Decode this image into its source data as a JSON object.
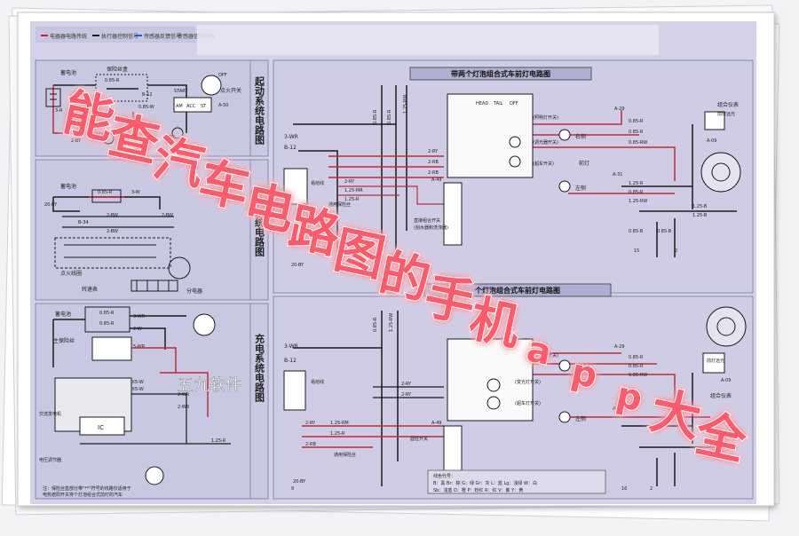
{
  "overlay": {
    "title": "能查汽车电路图的手机app大全",
    "watermark": "五九软件"
  },
  "header_legend": {
    "items": [
      "电器器电路传统",
      "执行器控制信号",
      "传感器反馈信号",
      "传感器信号传统"
    ]
  },
  "panels": {
    "start": {
      "label": "起动系统电路图"
    },
    "ignition": {
      "label": "点火系统电路图"
    },
    "charging": {
      "label": "充电系统电路图"
    }
  },
  "diagrams": {
    "top": {
      "title": "带两个灯泡组合式车前灯电路图"
    },
    "bottom": {
      "title": "个灯泡组合式车前灯电路图"
    }
  },
  "start_circuit": {
    "battery": "蓄电池",
    "fuse_box": "保险丝盒",
    "switch_label": "点火开关",
    "wires": [
      "0.85-R",
      "B-12",
      "0.85-W",
      "3-R",
      "2-BY",
      "2-BY"
    ],
    "switch_terms": [
      "OFF",
      "START",
      "AM",
      "ACC",
      "ST"
    ],
    "amp": "A-50"
  },
  "ignition_circuit": {
    "battery": "蓄电池",
    "fuse": "0.85-R",
    "wires": [
      "3-W",
      "20-BY",
      "2-BW",
      "B-34",
      "2-BW",
      "2-BW"
    ],
    "coil": "点火线圈",
    "distributor": "分电器",
    "speed": "转速表"
  },
  "charging_circuit": {
    "battery": "蓄电池",
    "fuse": "主保险丝",
    "wires": [
      "0.85-R",
      "0.85-R",
      "3-WR",
      "2-W",
      "5-WR",
      "AVX5-W",
      "AVX5-W",
      "2-WR",
      "2-WR",
      "1.25-R"
    ],
    "notes": [
      "注：保险丝盒部分带\"**\"符号的线路仅适用于",
      "电热遮阳开关将个灯泡组合式前灯的汽车"
    ],
    "alternator": "交流发电机",
    "regulator": "电压调节器",
    "ic": "IC"
  },
  "headlight_top": {
    "wires": [
      "3-WR",
      "B-12",
      "0.85-R",
      "0.85-R",
      "1.25-RW",
      "2-RY",
      "2-RB",
      "2-RB",
      "1.25-MR",
      "1.25-R",
      "2-RY"
    ],
    "fuse_box_1": "易熔线",
    "fuse_box_2": "通用保险丝",
    "switch_box": [
      "HEAD",
      "TAIL",
      "OFF"
    ],
    "switch_labels": [
      "(照明灯开关)",
      "(调光器开关)",
      "(超车开关)"
    ],
    "column_switch": "直接组合开关",
    "washer_switch": "(刮水器和洗涤器)",
    "connector": "A-49",
    "ground": "20-BY",
    "right_label": "右侧",
    "left_label": "左侧",
    "headlight_label": "前灯",
    "wires_right": [
      "A-29",
      "0.85-R",
      "0.85-R",
      "0.85-RW",
      "A-31",
      "1.25-R",
      "0.85-R",
      "1.25-RW",
      "1.25-B",
      "1.25-B",
      "0.85-B",
      "0.85-B"
    ],
    "gauge": "组合仪表",
    "gauge_note": "前灯远光",
    "gauge_connector": "A-09",
    "ground_num_1": "15",
    "ground_num_2": "2"
  },
  "headlight_bottom": {
    "wires": [
      "3-WR",
      "B-12",
      "0.85-R",
      "1.25-RW",
      "2-RY",
      "2-RY",
      "1.25-RM",
      "1.25-R",
      "2-RY",
      "2-RB"
    ],
    "fuse_box_1": "易熔线",
    "fuse_box_2": "通用保险丝",
    "switch_labels": [
      "(照明灯开关)",
      "(变光灯开关)",
      "(超车灯开关)"
    ],
    "column_switch": "圆柱开关",
    "connector": "A-49",
    "ground": "20-BY",
    "right_label": "右侧",
    "left_label": "左侧",
    "wires_right": [
      "A-29",
      "0.85-R",
      "0.85-R",
      "0.85-RW",
      "A-30"
    ],
    "gauge": "组合仪表",
    "gauge_note": "前灯远光",
    "gauge_connector": "A-09",
    "ground_num_1": "16",
    "ground_num_2": "2",
    "ground_num_3": "9",
    "legend_title": "线色代号：",
    "legend_rows": [
      "B：黑  Br：棕  G：绿  Gr：灰  L：蓝  Lg：浅绿  W：白",
      "Sb：浅蓝  O：橙  P：粉红  R：红  V：紫  Y：黄"
    ]
  },
  "colors": {
    "paper": "#d3d2e8",
    "panel_bg": "#c9c8e2",
    "red_wire": "#c2283a",
    "black_wire": "#1a1a1a",
    "title_fill": "#ff5a6a",
    "title_glow": "#ff1030"
  }
}
